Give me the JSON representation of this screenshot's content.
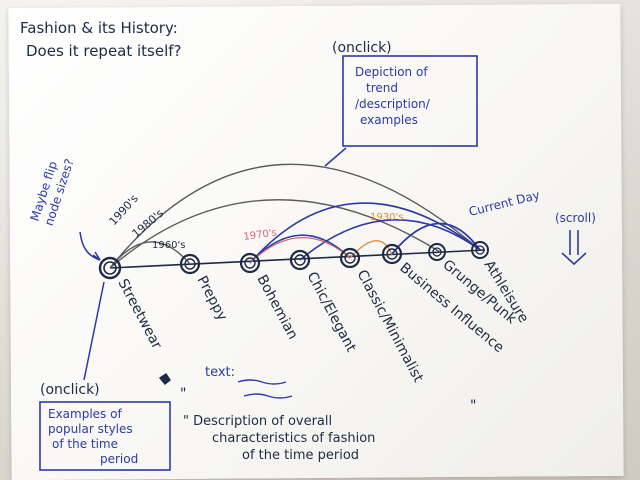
{
  "title": {
    "line1": "Fashion & its History:",
    "line2": "Does it repeat itself?"
  },
  "onclick_top": {
    "label": "(onclick)",
    "box_lines": [
      "Depiction of",
      "trend",
      "/description/",
      "examples"
    ]
  },
  "side_note": {
    "lines": [
      "Maybe flip",
      "node sizes?"
    ]
  },
  "scroll_label": "(scroll)",
  "decades": {
    "d1990": "1990's",
    "d1980": "1980's",
    "d1960": "1960's",
    "d1970": "1970's",
    "d1930": "1930's",
    "current": "Current Day"
  },
  "nodes": [
    {
      "label": "Streetwear",
      "color": "#1f2a44"
    },
    {
      "label": "Preppy",
      "color": "#1f2a44"
    },
    {
      "label": "Bohemian",
      "color": "#1f2a44"
    },
    {
      "label": "Chic/Elegant",
      "color": "#1f2a44"
    },
    {
      "label": "Classic/Minimalist",
      "color": "#1f2a44"
    },
    {
      "label": "Business Influence",
      "color": "#1f2a44"
    },
    {
      "label": "Grunge/Punk",
      "color": "#1f2a44"
    },
    {
      "label": "Athleisure",
      "color": "#1f2a44"
    }
  ],
  "onclick_bottom": {
    "label": "(onclick)",
    "box_lines": [
      "Examples of",
      "popular styles",
      "of the time",
      "period"
    ]
  },
  "text_note": {
    "label": "text:",
    "quote_lines": [
      "\" Description of overall",
      "characteristics of fashion",
      "of the time period"
    ]
  },
  "colors": {
    "ink": "#1f2a44",
    "blue": "#2c3aa6",
    "orange": "#d9893a",
    "pink": "#d06a78",
    "gray": "#6b6b6b"
  }
}
